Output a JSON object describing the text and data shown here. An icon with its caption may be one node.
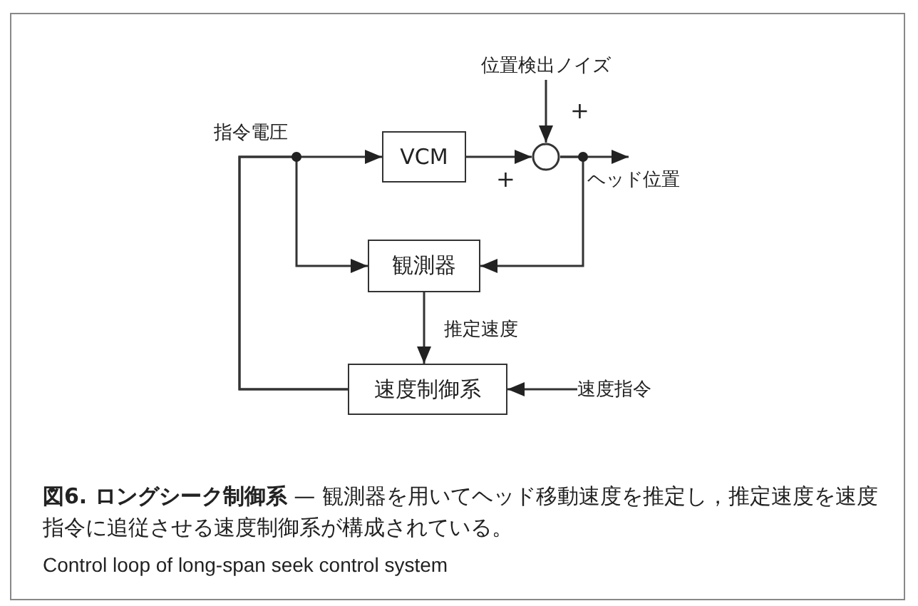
{
  "diagram": {
    "caption": "**図6. ロングシーク制御系** — 観測器を用いてヘッド移動速度を推定し，推定速度を速度指令に追従させる速度制御系が構成されている。",
    "nodes": [
      {
        "text": [
          "VCM"
        ]
      },
      {
        "text": [],
        "shape": "circle"
      },
      {
        "text": [
          "観測器"
        ]
      },
      {
        "text": [
          "速度制御系"
        ]
      },
      {
        "text": [
          "位置検出ノイズ"
        ]
      },
      {
        "text": [
          "速度指令"
        ]
      },
      {
        "text": [
          "ヘッド位置"
        ]
      }
    ],
    "edges": [
      {
        "from": 4,
        "to": 1,
        "arrow": "to"
      },
      {
        "from": 0,
        "to": 1,
        "arrow": "to"
      },
      {
        "from": 1,
        "to": 6,
        "arrow": "to"
      },
      {
        "from": 1,
        "to": 2,
        "arrow": "to"
      },
      {
        "from": 2,
        "to": 3,
        "arrow": "to",
        "label": "推定速度"
      },
      {
        "from": 5,
        "to": 3,
        "arrow": "to"
      },
      {
        "from": 3,
        "to": 0,
        "arrow": "to"
      },
      {
        "from": 3,
        "to": 2,
        "arrow": "to"
      }
    ],
    "labels": [
      "指令電圧",
      "+",
      "+",
      "Control loop of long-span seek control system"
    ]
  }
}
